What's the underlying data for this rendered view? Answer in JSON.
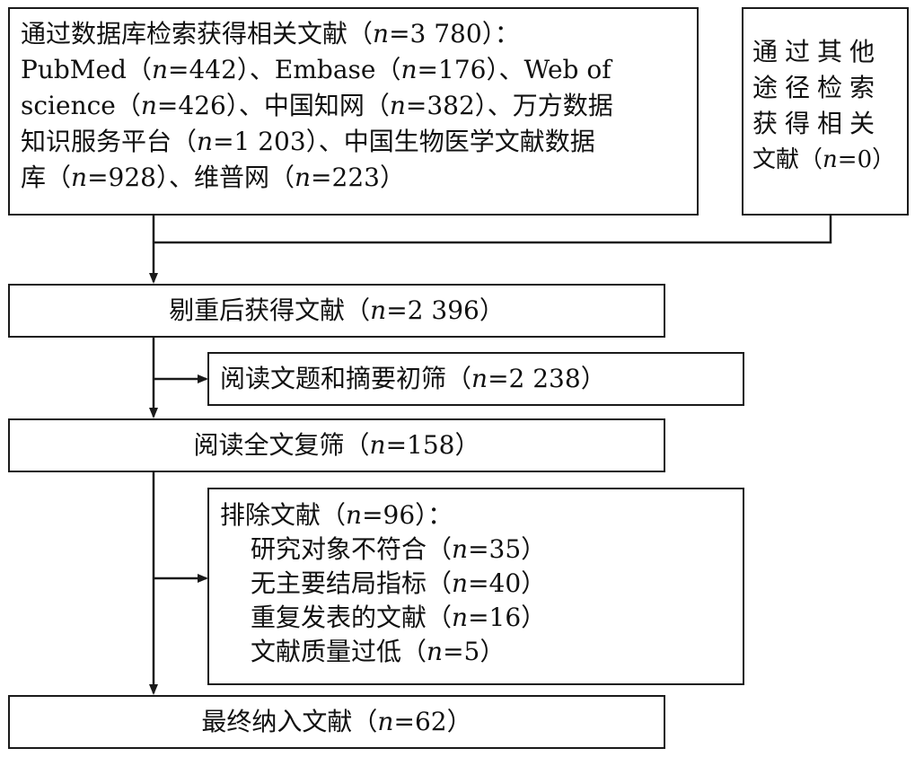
{
  "box_db": {
    "lines": [
      "通过数据库检索获得相关文献（n=3 780）：",
      "PubMed（n=442）、Embase（n=176）、Web of",
      "science（n=426）、中国知网（n=382）、万方数据",
      "知识服务平台（n=1 203）、中国生物医学文献数据",
      "库（n=928）、维普网（n=223）"
    ]
  },
  "box_other": {
    "lines": [
      "通过其他",
      "途径检索",
      "获得相关",
      "文献（n=0）"
    ]
  },
  "box_dedup": {
    "text": "剔重后获得文献（n=2 396）"
  },
  "box_title_screen": {
    "text": "阅读文题和摘要初筛（n=2 238）"
  },
  "box_fulltext": {
    "text": "阅读全文复筛（n=158）"
  },
  "box_excluded": {
    "lines": [
      "排除文献（n=96）：",
      "研究对象不符合（n=35）",
      "无主要结局指标（n=40）",
      "重复发表的文献（n=16）",
      "文献质量过低（n=5）"
    ]
  },
  "box_final": {
    "text": "最终纳入文献（n=62）"
  }
}
